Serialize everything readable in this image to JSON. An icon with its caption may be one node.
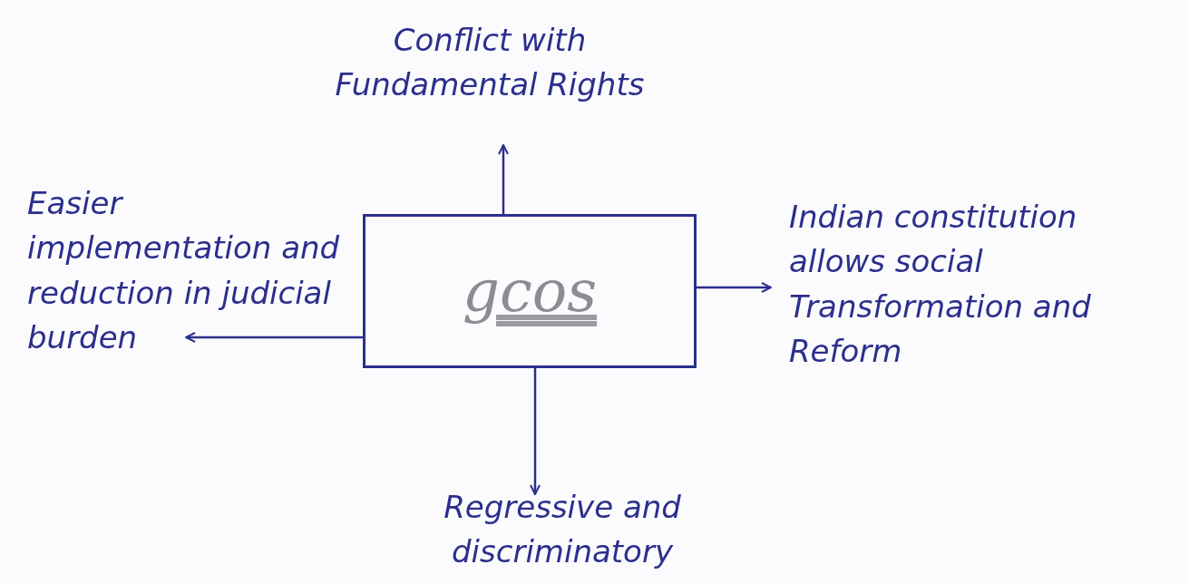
{
  "diagram": {
    "nodes": [
      {
        "text": [
          "Conflict with Fundamental Rights"
        ]
      },
      {
        "text": [
          "Easier implementation and reduction in judicial burden"
        ]
      },
      {
        "text": [
          "gcos"
        ]
      },
      {
        "text": [
          "Indian constitution allows social Transformation and Reform"
        ]
      },
      {
        "text": [
          "Regressive and discriminatory"
        ]
      }
    ],
    "edges": [
      {
        "from": 2,
        "to": 0,
        "arrow": "to"
      },
      {
        "from": 2,
        "to": 1,
        "arrow": "to"
      },
      {
        "from": 2,
        "to": 3,
        "arrow": "to"
      },
      {
        "from": 2,
        "to": 4,
        "arrow": "to"
      }
    ]
  }
}
